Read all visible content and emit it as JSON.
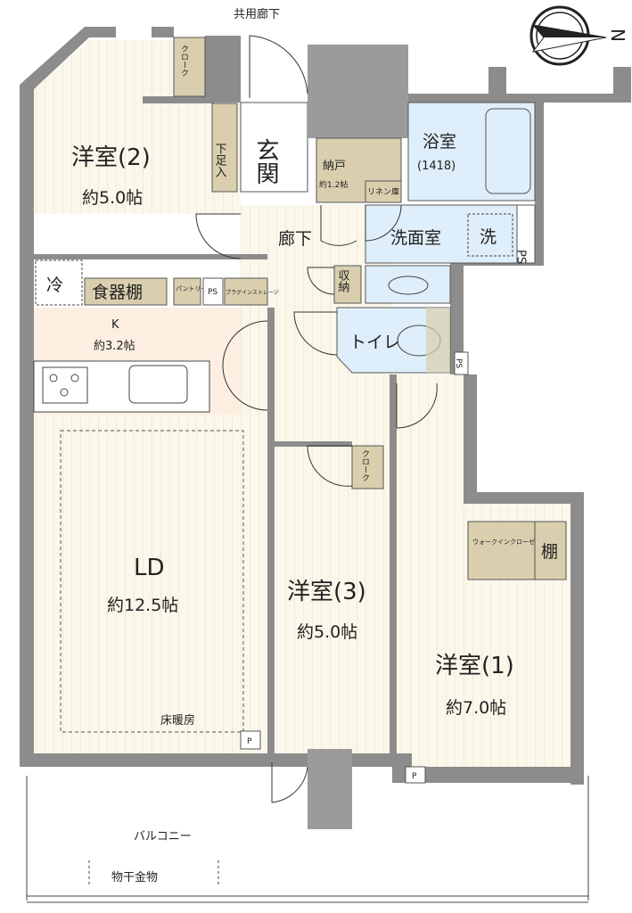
{
  "labels": {
    "common_corridor": "共用廊下",
    "room2": "洋室(2)",
    "room2_size": "約5.0帖",
    "closet": "クローク",
    "shoe_box": "下足入",
    "entrance": "玄関",
    "storeroom": "納戸",
    "storeroom_size": "約1.2帖",
    "linen": "リネン庫",
    "bath": "浴室",
    "bath_size": "(1418)",
    "hallway": "廊下",
    "washroom": "洗面室",
    "washer": "洗",
    "ps": "PS",
    "storage": "収納",
    "toilet": "トイレ",
    "fridge": "冷",
    "cupboard": "食器棚",
    "pantry": "パントリー",
    "plugin_storage": "プラグインストレージ",
    "kitchen": "K",
    "kitchen_size": "約3.2帖",
    "ld": "LD",
    "ld_size": "約12.5帖",
    "floor_heating": "床暖房",
    "p": "P",
    "room3": "洋室(3)",
    "room3_size": "約5.0帖",
    "walkin": "ウォークインクローゼット",
    "shelf": "棚",
    "room1": "洋室(1)",
    "room1_size": "約7.0帖",
    "balcony": "バルコニー",
    "laundry_hardware": "物干金物",
    "north": "N"
  },
  "colors": {
    "wall": "#8c8c8c",
    "wood": "#fbf7ea",
    "kitchen_floor": "#fcefe1",
    "storage": "#d9cfae",
    "wet_area": "#deeefa"
  }
}
